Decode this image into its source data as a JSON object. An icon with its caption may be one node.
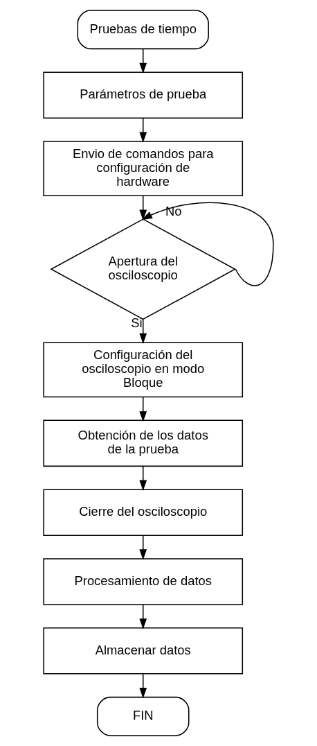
{
  "diagram": {
    "nodes": [
      {
        "text": [
          "Pruebas de tiempo"
        ]
      },
      {
        "text": [
          "Parámetros de prueba"
        ]
      },
      {
        "text": [
          "Envio de comandos para configuración de hardware"
        ]
      },
      {
        "text": [
          "Apertura del osciloscopio"
        ]
      },
      {
        "text": [
          "Configuración del osciloscopio en modo Bloque"
        ]
      },
      {
        "text": [
          "Obtención de los datos de la prueba"
        ]
      },
      {
        "text": [
          "Cierre del osciloscopio"
        ]
      },
      {
        "text": [
          "Procesamiento de datos"
        ]
      },
      {
        "text": [
          "Almacenar datos"
        ]
      },
      {
        "text": [
          "FIN"
        ]
      }
    ],
    "edges": [
      {
        "from": 0,
        "to": 1,
        "arrow": "to"
      },
      {
        "from": 1,
        "to": 2,
        "arrow": "to"
      },
      {
        "from": 2,
        "to": 3,
        "arrow": "to"
      },
      {
        "from": 3,
        "to": 3,
        "arrow": "to",
        "label": "No"
      },
      {
        "from": 3,
        "to": 4,
        "arrow": "to",
        "label": "Si"
      },
      {
        "from": 4,
        "to": 5,
        "arrow": "to"
      },
      {
        "from": 5,
        "to": 6,
        "arrow": "to"
      },
      {
        "from": 6,
        "to": 7,
        "arrow": "to"
      },
      {
        "from": 7,
        "to": 8,
        "arrow": "to"
      },
      {
        "from": 8,
        "to": 9,
        "arrow": "to"
      }
    ]
  }
}
